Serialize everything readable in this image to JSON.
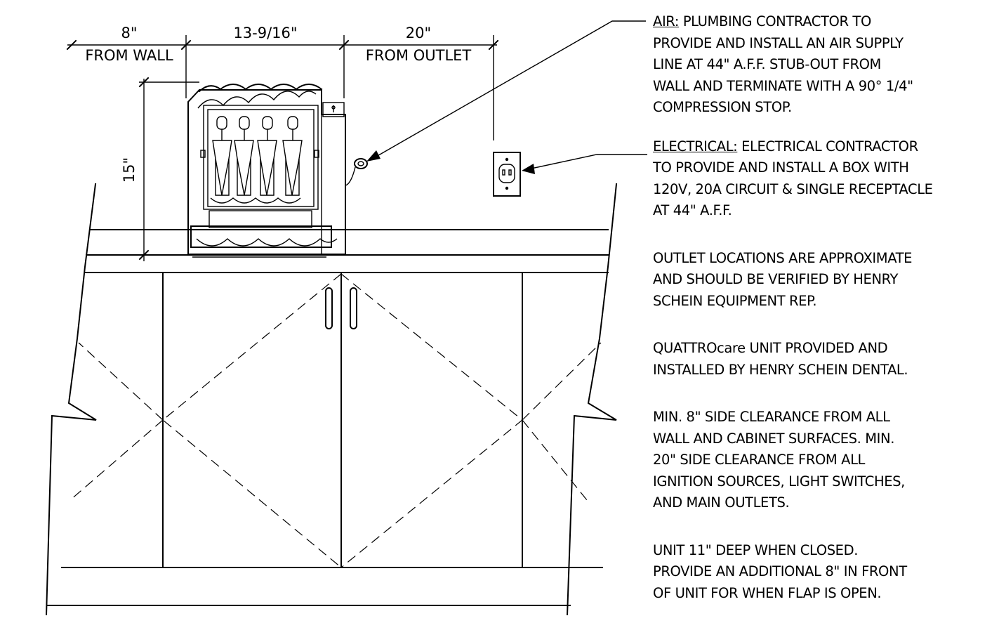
{
  "dimensions": {
    "from_wall_value": "8\"",
    "from_wall_label": "FROM WALL",
    "unit_width": "13-9/16\"",
    "from_outlet_value": "20\"",
    "from_outlet_label": "FROM OUTLET",
    "unit_height": "15\""
  },
  "notes": {
    "air": {
      "heading": "AIR:",
      "body": " PLUMBING CONTRACTOR TO\nPROVIDE AND INSTALL AN AIR SUPPLY\nLINE AT 44\" A.F.F. STUB-OUT FROM\nWALL AND TERMINATE WITH A 90° 1/4\"\nCOMPRESSION STOP."
    },
    "electrical": {
      "heading": "ELECTRICAL:",
      "body": " ELECTRICAL CONTRACTOR\nTO PROVIDE AND INSTALL A BOX WITH\n120V, 20A CIRCUIT & SINGLE RECEPTACLE\nAT 44\" A.F.F."
    },
    "outlet_locations": "OUTLET LOCATIONS ARE APPROXIMATE\nAND SHOULD BE VERIFIED BY HENRY\nSCHEIN EQUIPMENT REP.",
    "quattrocare": "QUATTROcare UNIT PROVIDED AND\nINSTALLED BY HENRY SCHEIN DENTAL.",
    "clearance": "MIN. 8\" SIDE CLEARANCE FROM ALL\nWALL AND CABINET SURFACES. MIN.\n20\" SIDE CLEARANCE FROM ALL\nIGNITION SOURCES, LIGHT SWITCHES,\nAND MAIN OUTLETS.",
    "depth": "UNIT 11\" DEEP WHEN CLOSED.\nPROVIDE AN ADDITIONAL 8\" IN FRONT\nOF UNIT FOR WHEN FLAP IS OPEN."
  }
}
